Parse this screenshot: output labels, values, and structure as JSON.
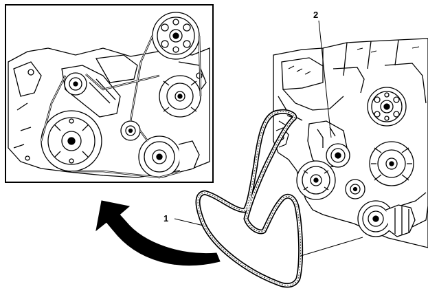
{
  "diagram": {
    "callouts": [
      {
        "id": "1",
        "label": "1",
        "part": "belt"
      },
      {
        "id": "2",
        "label": "2",
        "part": "tensioner"
      }
    ],
    "colors": {
      "ink": "#000000",
      "paper": "#ffffff",
      "shade": "#d8d8d8"
    }
  }
}
